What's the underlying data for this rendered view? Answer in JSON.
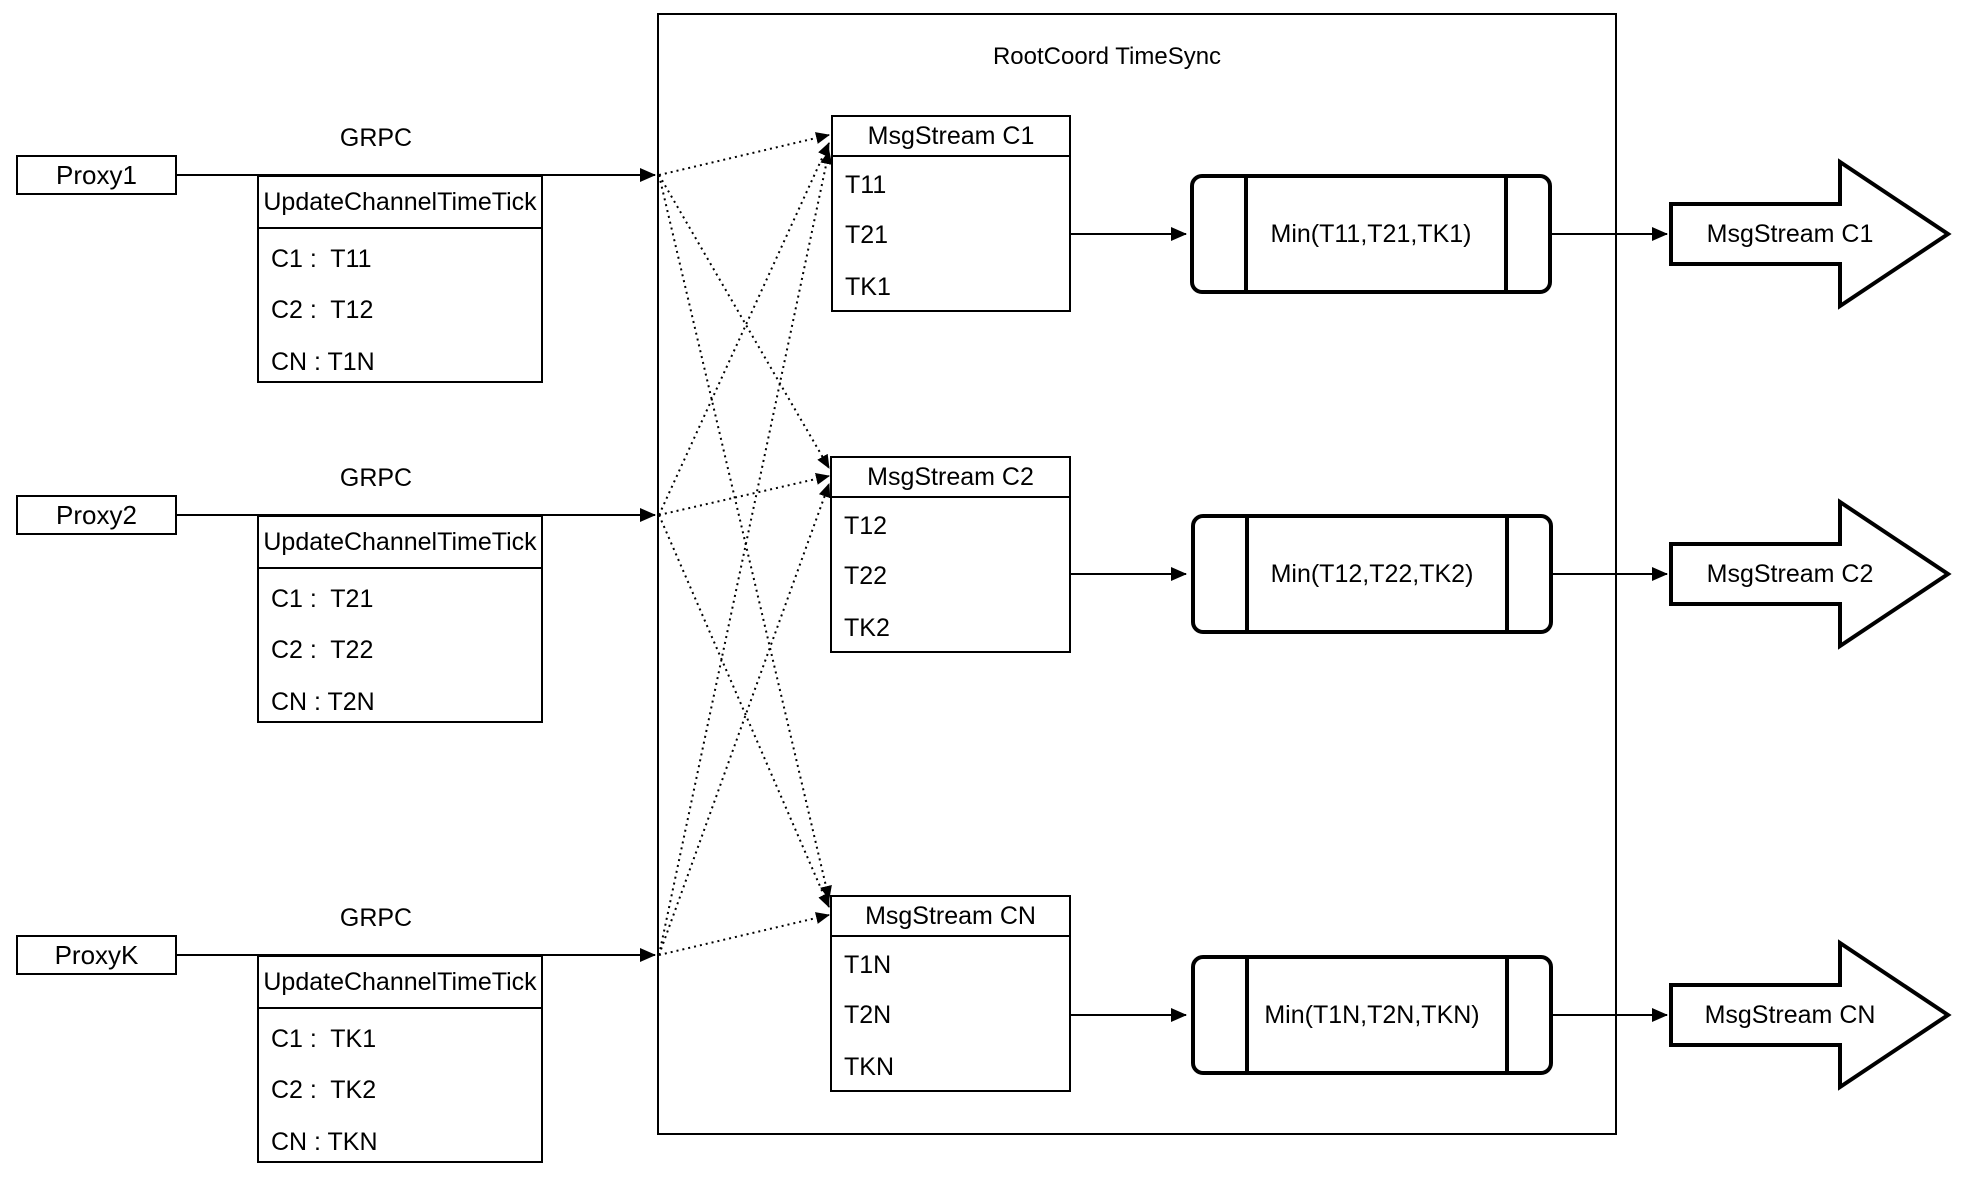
{
  "diagram": {
    "container_title": "RootCoord TimeSync",
    "grpc_label": "GRPC",
    "update_header": "UpdateChannelTimeTick",
    "colors": {
      "stroke": "#000000",
      "background": "#ffffff"
    },
    "rows": [
      {
        "proxy": "Proxy1",
        "update_rows": [
          "C1 :  T11",
          "C2 :  T12",
          "CN : T1N"
        ],
        "msg_title": "MsgStream C1",
        "msg_rows": [
          "T11",
          "T21",
          "TK1"
        ],
        "min_label": "Min(T11,T21,TK1)",
        "out_label": "MsgStream C1"
      },
      {
        "proxy": "Proxy2",
        "update_rows": [
          "C1 :  T21",
          "C2 :  T22",
          "CN : T2N"
        ],
        "msg_title": "MsgStream C2",
        "msg_rows": [
          "T12",
          "T22",
          "TK2"
        ],
        "min_label": "Min(T12,T22,TK2)",
        "out_label": "MsgStream C2"
      },
      {
        "proxy": "ProxyK",
        "update_rows": [
          "C1 :  TK1",
          "C2 :  TK2",
          "CN : TKN"
        ],
        "msg_title": "MsgStream CN",
        "msg_rows": [
          "T1N",
          "T2N",
          "TKN"
        ],
        "min_label": "Min(T1N,T2N,TKN)",
        "out_label": "MsgStream CN"
      }
    ]
  }
}
